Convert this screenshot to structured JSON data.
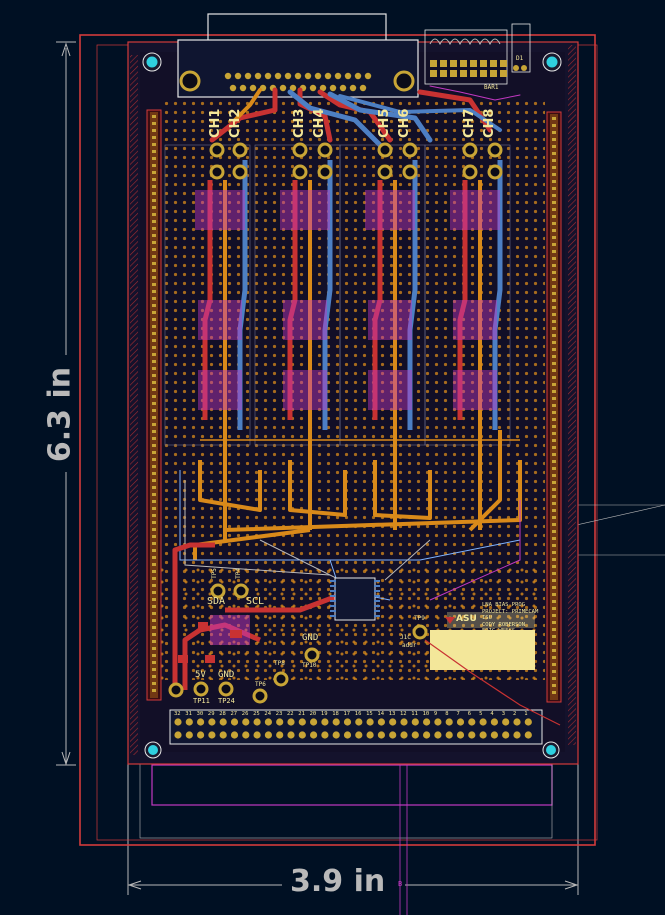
{
  "dimensions": {
    "height": "6.3 in",
    "width": "3.9 in"
  },
  "channels": [
    "CH1",
    "CH2",
    "CH3",
    "CH4",
    "CH5",
    "CH6",
    "CH7",
    "CH8"
  ],
  "header_pins": [
    "32",
    "31",
    "30",
    "29",
    "28",
    "27",
    "26",
    "25",
    "24",
    "23",
    "22",
    "21",
    "20",
    "19",
    "18",
    "17",
    "16",
    "15",
    "14",
    "13",
    "12",
    "11",
    "10",
    "9",
    "8",
    "7",
    "6",
    "5",
    "4",
    "3",
    "2",
    "1"
  ],
  "testpoints": {
    "sda": "SDA",
    "scl": "SCL",
    "gnd_mid": "GND",
    "tp10": "TP10",
    "plus5v": "5V",
    "tp11": "TP11",
    "gnd_low": "GND",
    "tp24": "TP24",
    "tp6": "TP6",
    "tp8": "TP8",
    "tp9": "TP9",
    "j1c": "J1C",
    "addr": "addr",
    "tp5": "TP5",
    "tp4": "TP4"
  },
  "title_block": {
    "logo": "ASU",
    "lines": [
      "LNA BIAS PROG",
      "PROJECT: PRIMECAM",
      "ISU",
      "CODY ROBERSON",
      "ERIC WEEKS"
    ]
  },
  "misc_labels": {
    "bar": "BAR1",
    "d1": "D1",
    "b_marker": "B"
  },
  "colors": {
    "background": "#001023",
    "board_edge": "#d23b3b",
    "top_copper": "#c83232",
    "bottom_copper": "#4d7fc4",
    "trace_orange": "#d98a1a",
    "pad_gold": "#c8a536",
    "mounting_hole": "#2fd0e0",
    "silk_yellow": "#f3e79a",
    "magenta": "#c238c2"
  }
}
